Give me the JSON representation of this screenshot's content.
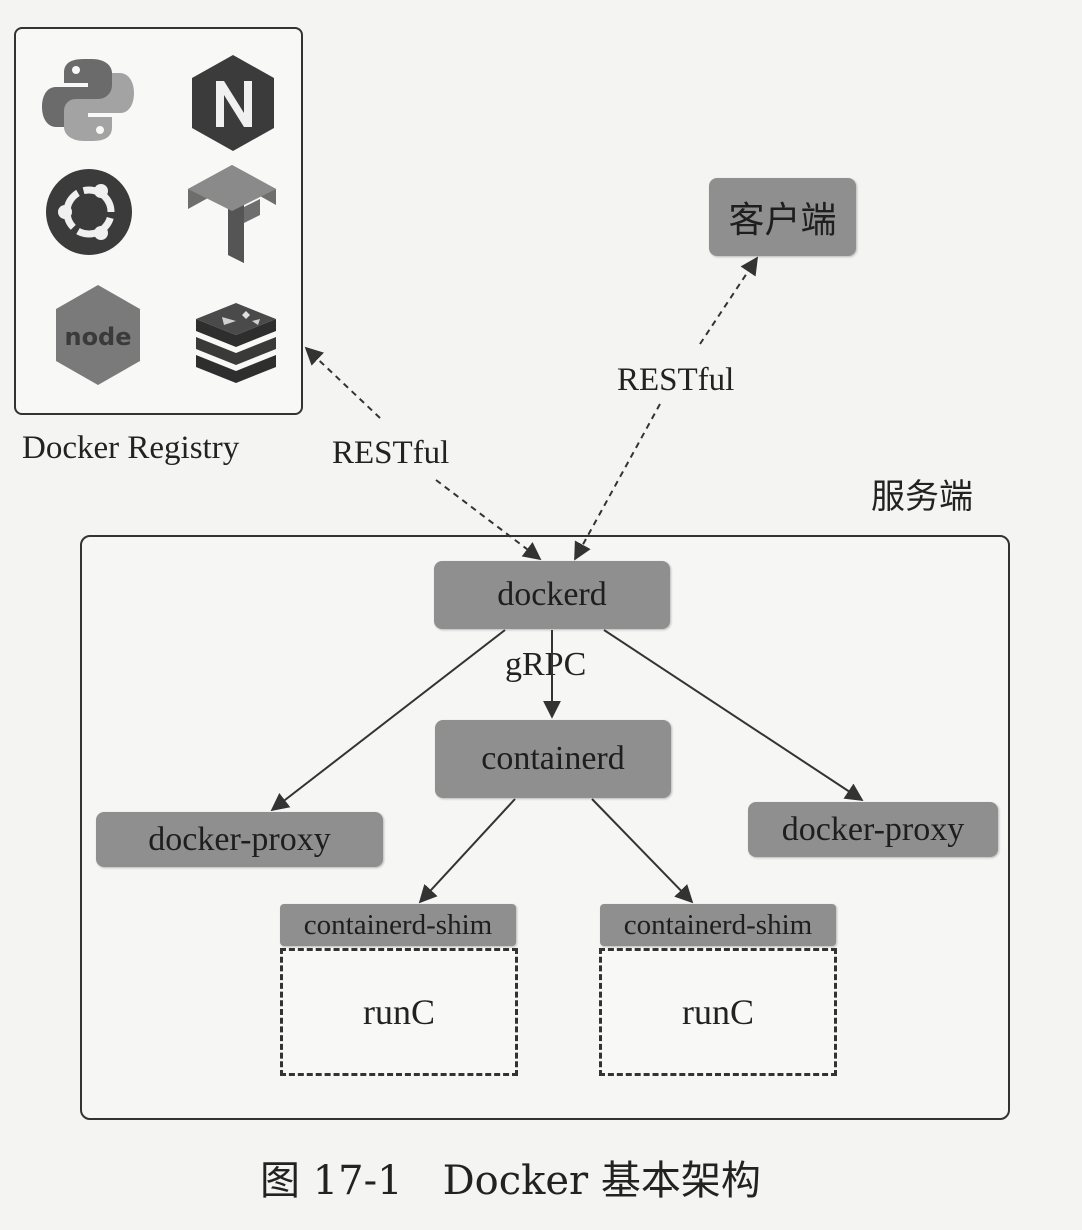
{
  "registry": {
    "label": "Docker Registry",
    "logos": [
      {
        "icon": "python-logo-icon"
      },
      {
        "icon": "nginx-logo-icon"
      },
      {
        "icon": "ubuntu-logo-icon"
      },
      {
        "icon": "tensorflow-logo-icon"
      },
      {
        "icon": "nodejs-logo-icon",
        "text": "node"
      },
      {
        "icon": "redis-logo-icon"
      }
    ]
  },
  "client": {
    "label": "客户端"
  },
  "server": {
    "label": "服务端"
  },
  "protocols": {
    "registry": "RESTful",
    "client": "RESTful",
    "grpc": "gRPC"
  },
  "nodes": {
    "dockerd": "dockerd",
    "containerd": "containerd",
    "proxy_left": "docker-proxy",
    "proxy_right": "docker-proxy",
    "shim_left": "containerd-shim",
    "shim_right": "containerd-shim",
    "runc_left": "runC",
    "runc_right": "runC"
  },
  "caption": "图 17-1　Docker 基本架构",
  "colors": {
    "node_fill": "#8f8f8f",
    "line": "#333333",
    "background": "#f4f4f2"
  }
}
